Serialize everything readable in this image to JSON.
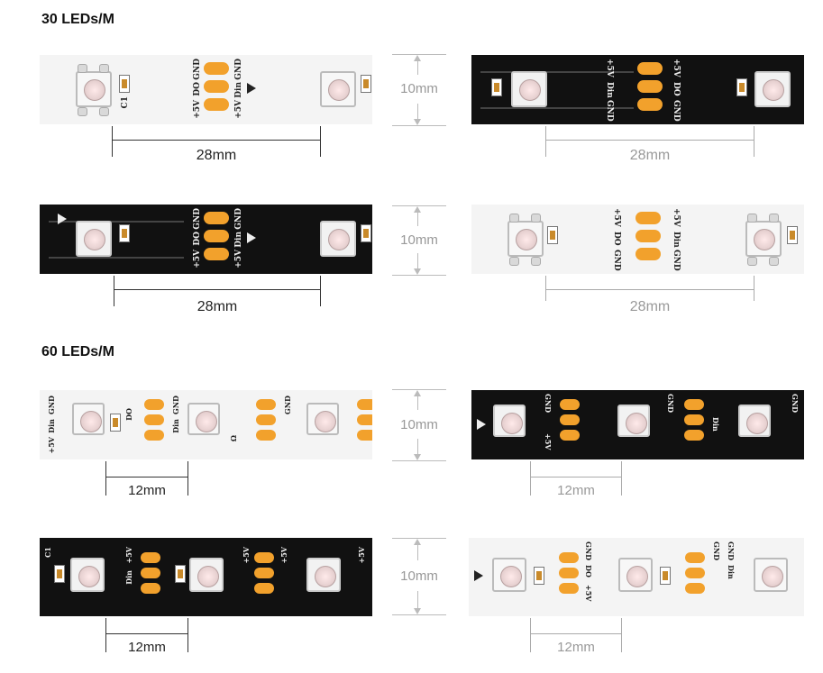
{
  "headings": {
    "h30": "30 LEDs/M",
    "h60": "60 LEDs/M"
  },
  "labels": {
    "width": "10mm",
    "pitch30": "28mm",
    "pitch60": "12mm",
    "gnd": "GND",
    "din": "Din",
    "do": "DO",
    "v5": "+5V",
    "c1": "C1",
    "omega": "Ω"
  },
  "colors": {
    "pad": "#f2a12c",
    "strip_black": "#111111",
    "strip_white": "#f4f4f4"
  }
}
